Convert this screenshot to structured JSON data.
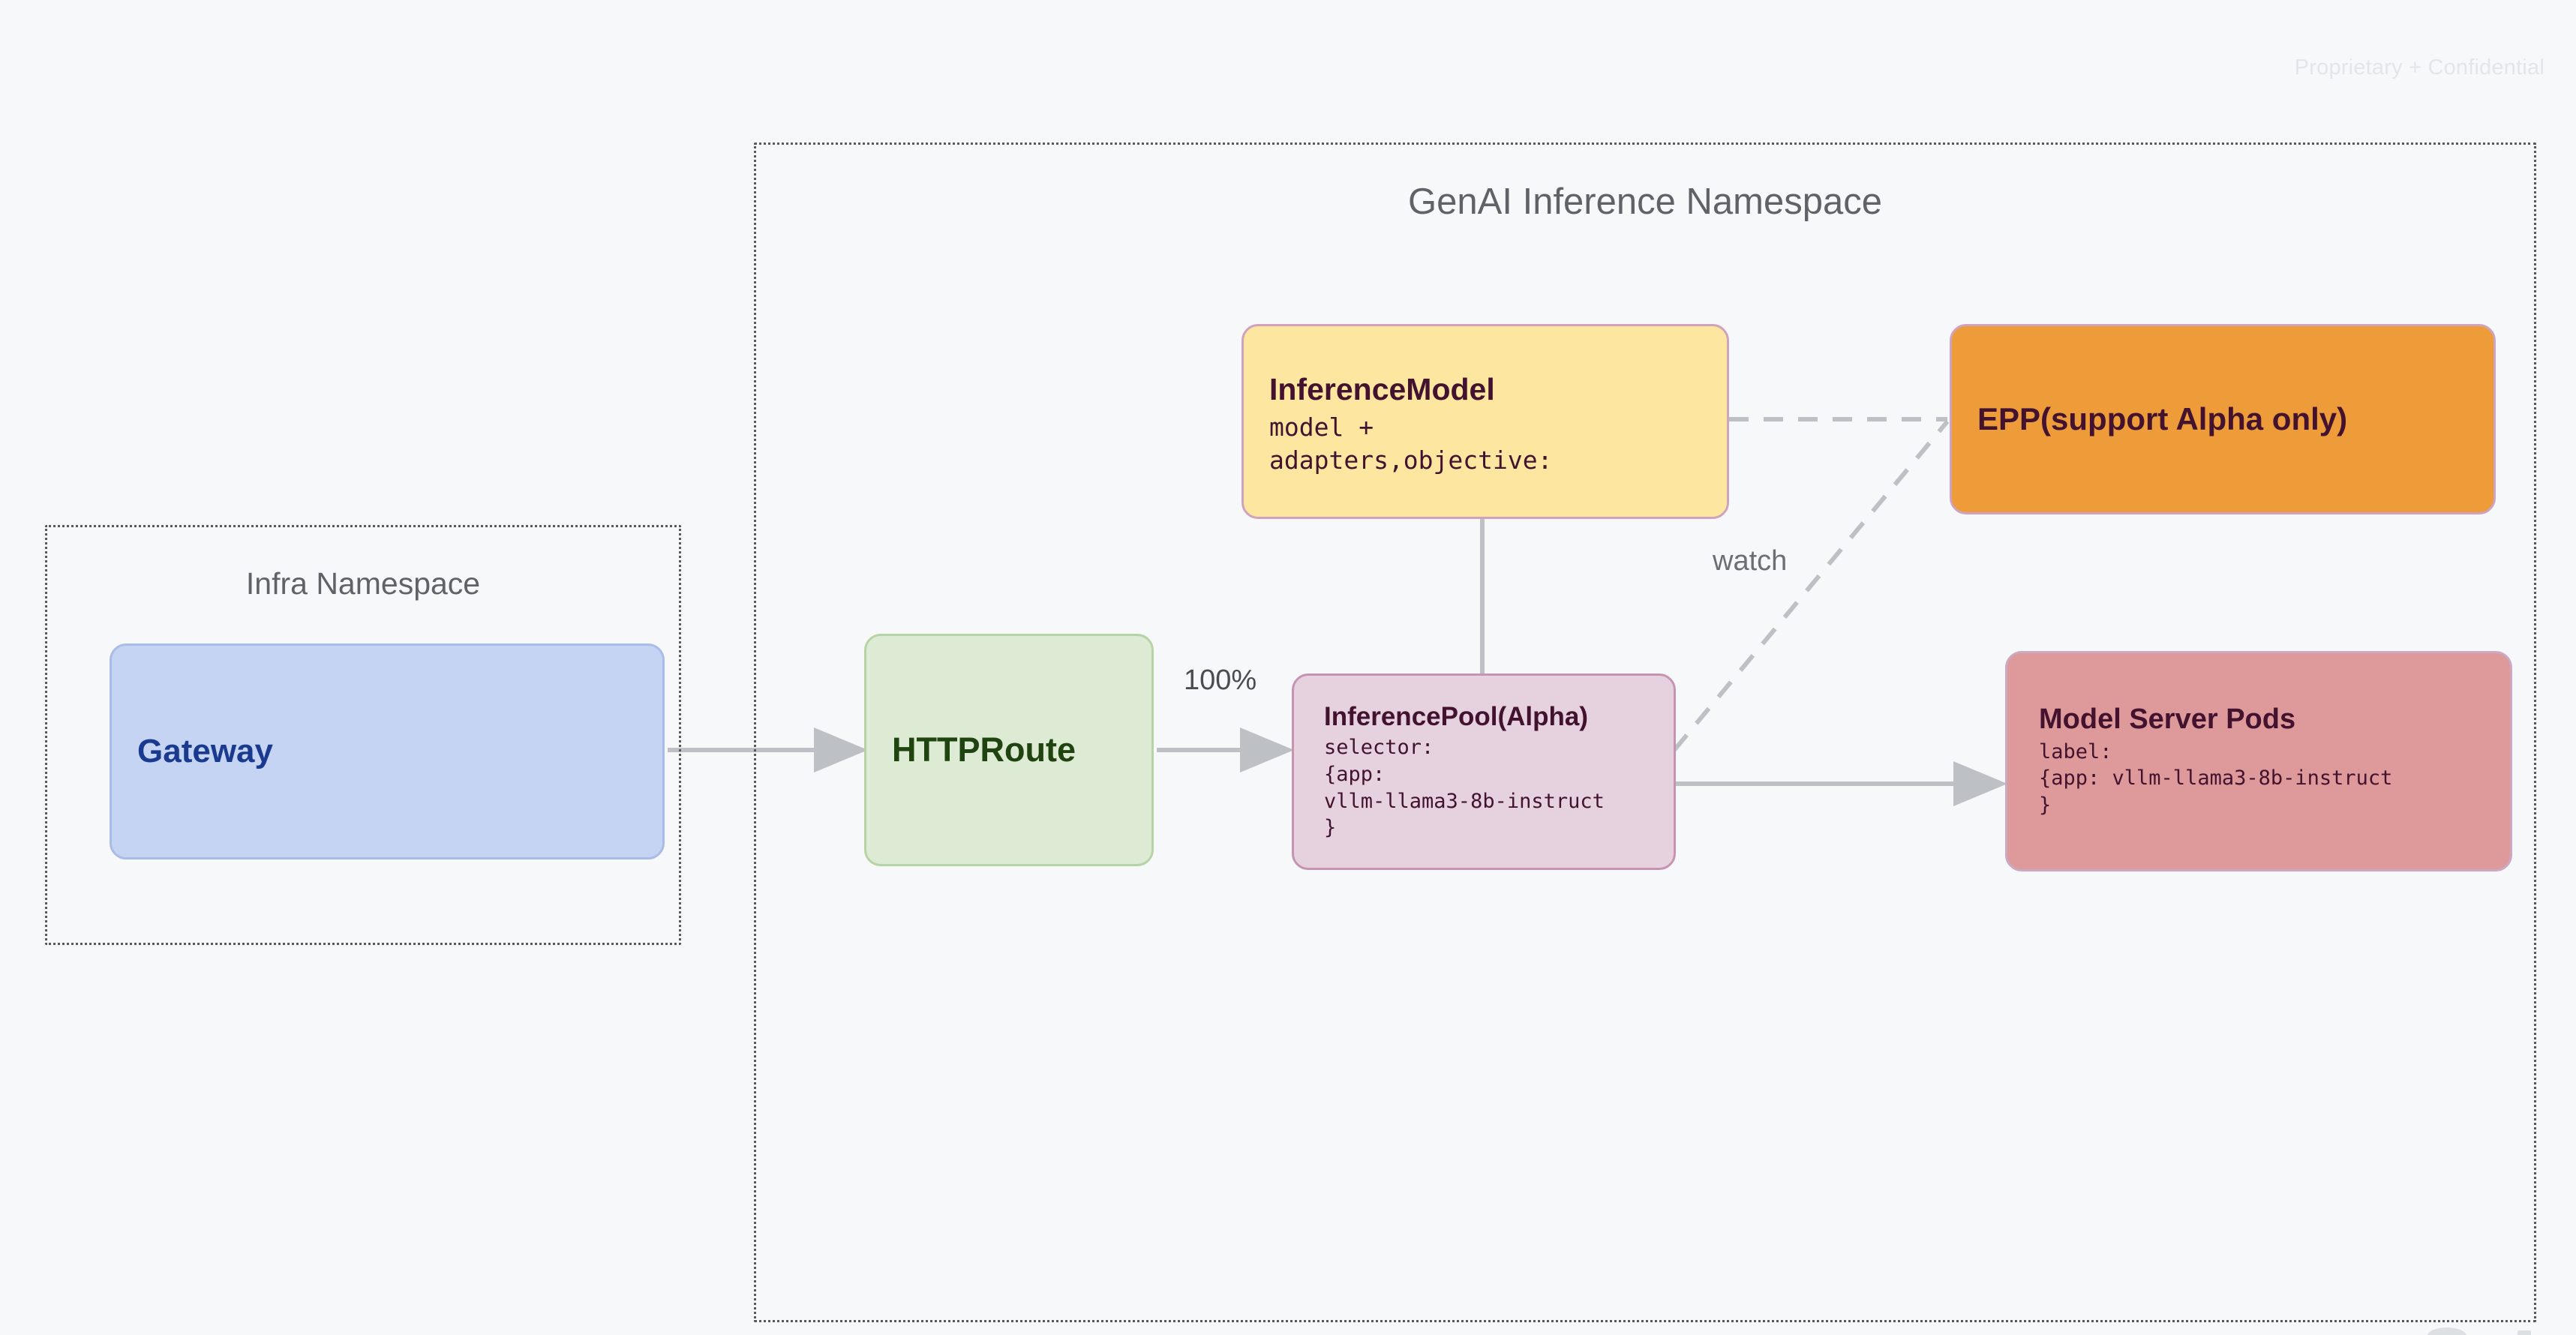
{
  "watermark": "Proprietary + Confidential",
  "namespaces": [
    {
      "id": "infra",
      "title": "Infra Namespace"
    },
    {
      "id": "genai",
      "title": "GenAI Inference Namespace"
    }
  ],
  "nodes": {
    "gateway": {
      "title": "Gateway",
      "fill": "#C5D4F2",
      "border": "#A8BCE8",
      "text_color": "#1A3A8F"
    },
    "httproute": {
      "title": "HTTPRoute",
      "fill": "#DDEBD4",
      "border": "#B6D3A5",
      "text_color": "#1F4410"
    },
    "inferencemodel": {
      "title": "InferenceModel",
      "sub": "model +\nadapters,objective:",
      "fill": "#FCE6A0",
      "border": "#CFA3BE",
      "text_color": "#42122F"
    },
    "inferencepool": {
      "title": "InferencePool(Alpha)",
      "sub": "selector:\n{app:\nvllm-llama3-8b-instruct\n}",
      "fill": "#E6D2DE",
      "border": "#C793B2",
      "text_color": "#42122F"
    },
    "epp": {
      "title": "EPP(support Alpha only)",
      "fill": "#EE9B3A",
      "border": "#CFA3BE",
      "text_color": "#42122F"
    },
    "modelserverpods": {
      "title": "Model Server Pods",
      "sub": "label:\n{app: vllm-llama3-8b-instruct\n}",
      "fill": "#DE9A9A",
      "border": "#CBA8C4",
      "text_color": "#42122F"
    }
  },
  "edges": [
    {
      "id": "gateway-to-httproute",
      "from": "gateway",
      "to": "httproute",
      "style": "solid",
      "label": ""
    },
    {
      "id": "httproute-to-inferencepool",
      "from": "httproute",
      "to": "inferencepool",
      "style": "solid",
      "label": "100%"
    },
    {
      "id": "inferencemodel-to-pool",
      "from": "inferencemodel",
      "to": "inferencepool",
      "style": "solid",
      "label": ""
    },
    {
      "id": "pool-to-modelserverpods",
      "from": "inferencepool",
      "to": "modelserverpods",
      "style": "solid",
      "label": ""
    },
    {
      "id": "inferencemodel-to-epp",
      "from": "inferencemodel",
      "to": "epp",
      "style": "dashed",
      "label": ""
    },
    {
      "id": "pool-to-epp",
      "from": "inferencepool",
      "to": "epp",
      "style": "dashed",
      "label": "watch"
    }
  ],
  "edge_labels": {
    "traffic_weight": "100%",
    "watch": "watch"
  },
  "colors": {
    "canvas": "#F7F8FA",
    "namespace_border": "#58595B",
    "edge": "#BDC1C6",
    "namespace_title": "#5F6368",
    "watermark": "#E3E5E8"
  }
}
